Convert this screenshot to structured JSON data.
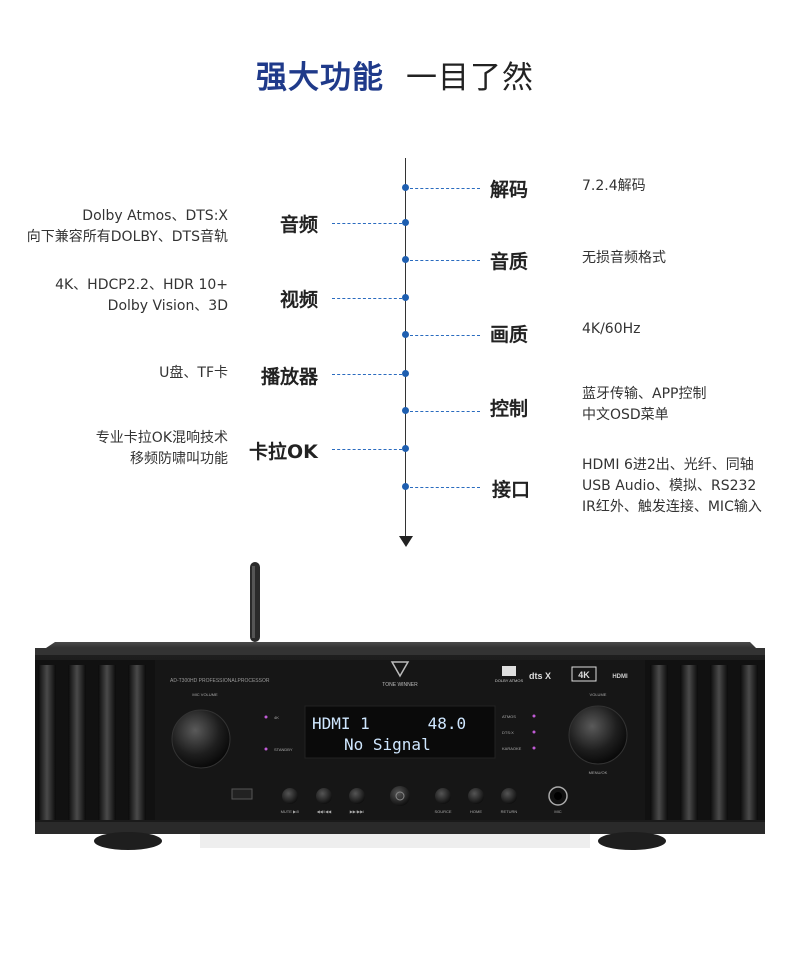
{
  "header": {
    "title_main": "强大功能",
    "title_sub": "一目了然"
  },
  "left_features": [
    {
      "label": "音频",
      "desc": [
        "Dolby Atmos、DTS:X",
        "向下兼容所有DOLBY、DTS音轨"
      ]
    },
    {
      "label": "视频",
      "desc": [
        "4K、HDCP2.2、HDR 10+",
        "Dolby Vision、3D"
      ]
    },
    {
      "label": "播放器",
      "desc": [
        "U盘、TF卡"
      ]
    },
    {
      "label": "卡拉OK",
      "desc": [
        "专业卡拉OK混响技术",
        "移频防啸叫功能"
      ]
    }
  ],
  "right_features": [
    {
      "label": "解码",
      "desc": [
        "7.2.4解码"
      ]
    },
    {
      "label": "音质",
      "desc": [
        "无损音频格式"
      ]
    },
    {
      "label": "画质",
      "desc": [
        "4K/60Hz"
      ]
    },
    {
      "label": "控制",
      "desc": [
        "蓝牙传输、APP控制",
        "中文OSD菜单"
      ]
    },
    {
      "label": "接口",
      "desc": [
        "HDMI 6进2出、光纤、同轴",
        "USB Audio、模拟、RS232",
        "IR红外、触发连接、MIC输入"
      ]
    }
  ],
  "device": {
    "model": "AD-T300HD PROFESSIONALPROCESSOR",
    "brand": "TONE WINNER",
    "mic_volume": "MIC VOLUME",
    "volume": "VOLUME",
    "menu_ok": "MENU/OK",
    "display_line1": "HDMI 1      48.0",
    "display_line2": "No Signal",
    "indicators_left": [
      "4K",
      "STANDBY"
    ],
    "indicators_right": [
      "ATMOS",
      "DTS:X",
      "KARAOKE"
    ],
    "buttons": [
      "MUTE ▶/II",
      "◀◀/I◀◀",
      "▶▶/▶▶I",
      "SOURCE",
      "HOME",
      "RETURN",
      "MIC"
    ],
    "logos": [
      "DOLBY ATMOS",
      "dts X",
      "4K",
      "HDMI"
    ]
  }
}
